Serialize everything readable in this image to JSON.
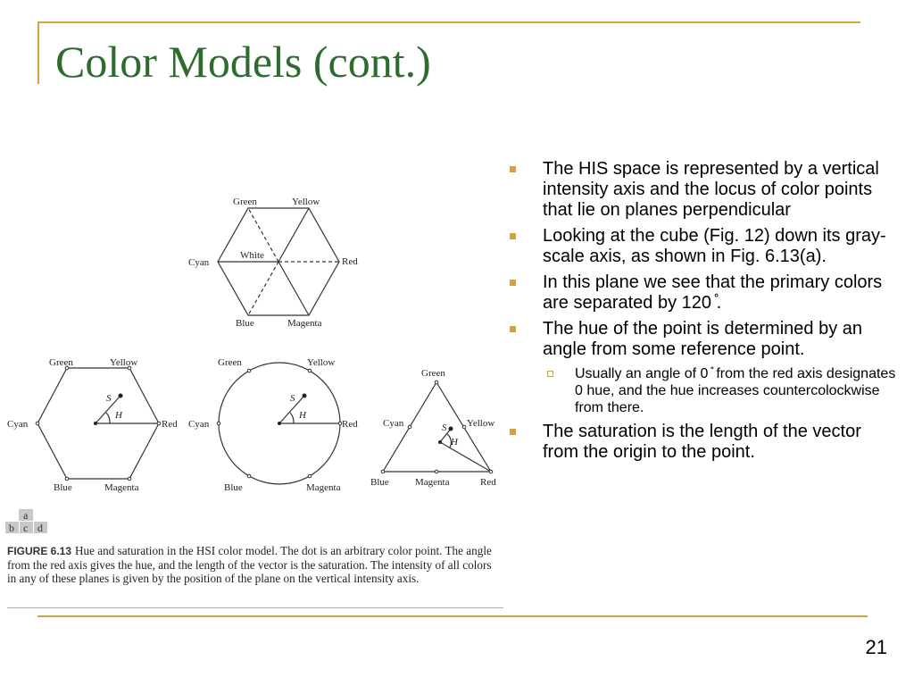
{
  "slide": {
    "title": "Color Models (cont.)",
    "page_number": "21",
    "bullets": [
      {
        "text": "The HIS space is represented by a vertical intensity axis and the locus of color points that lie on planes perpendicular"
      },
      {
        "text": "Looking at the cube (Fig. 12) down its gray-scale axis, as shown in Fig. 6.13(a)."
      },
      {
        "text": "In this plane we see that the primary colors are separated by 120 ̊."
      },
      {
        "text": "The hue of the point is determined by an angle from some reference point.",
        "sub": [
          "Usually an angle of 0 ̊ from the red axis designates 0 hue, and the hue increases countercolockwise from there."
        ]
      },
      {
        "text": "The saturation is the length of the vector from the origin to the point."
      }
    ],
    "accent_color": "#d4a23a",
    "title_color": "#2e6b2e"
  },
  "figure": {
    "panel_a": {
      "green": "Green",
      "yellow": "Yellow",
      "cyan": "Cyan",
      "white": "White",
      "red": "Red",
      "blue": "Blue",
      "magenta": "Magenta"
    },
    "panel_b": {
      "green": "Green",
      "yellow": "Yellow",
      "cyan": "Cyan",
      "red": "Red",
      "blue": "Blue",
      "magenta": "Magenta",
      "s": "S",
      "h": "H"
    },
    "panel_c": {
      "green": "Green",
      "yellow": "Yellow",
      "cyan": "Cyan",
      "red": "Red",
      "blue": "Blue",
      "magenta": "Magenta",
      "s": "S",
      "h": "H"
    },
    "panel_d": {
      "green": "Green",
      "yellow": "Yellow",
      "cyan": "Cyan",
      "red": "Red",
      "blue": "Blue",
      "magenta": "Magenta",
      "s": "S",
      "h": "H"
    },
    "panel_grid": {
      "a": "a",
      "b": "b",
      "c": "c",
      "d": "d"
    },
    "caption_label": "FIGURE 6.13",
    "caption_text": "Hue and saturation in the HSI color model. The dot is an arbitrary color point. The angle from the red axis gives the hue, and the length of the vector is the saturation. The intensity of all colors in any of these planes is given by the position of the plane on the vertical intensity axis."
  }
}
